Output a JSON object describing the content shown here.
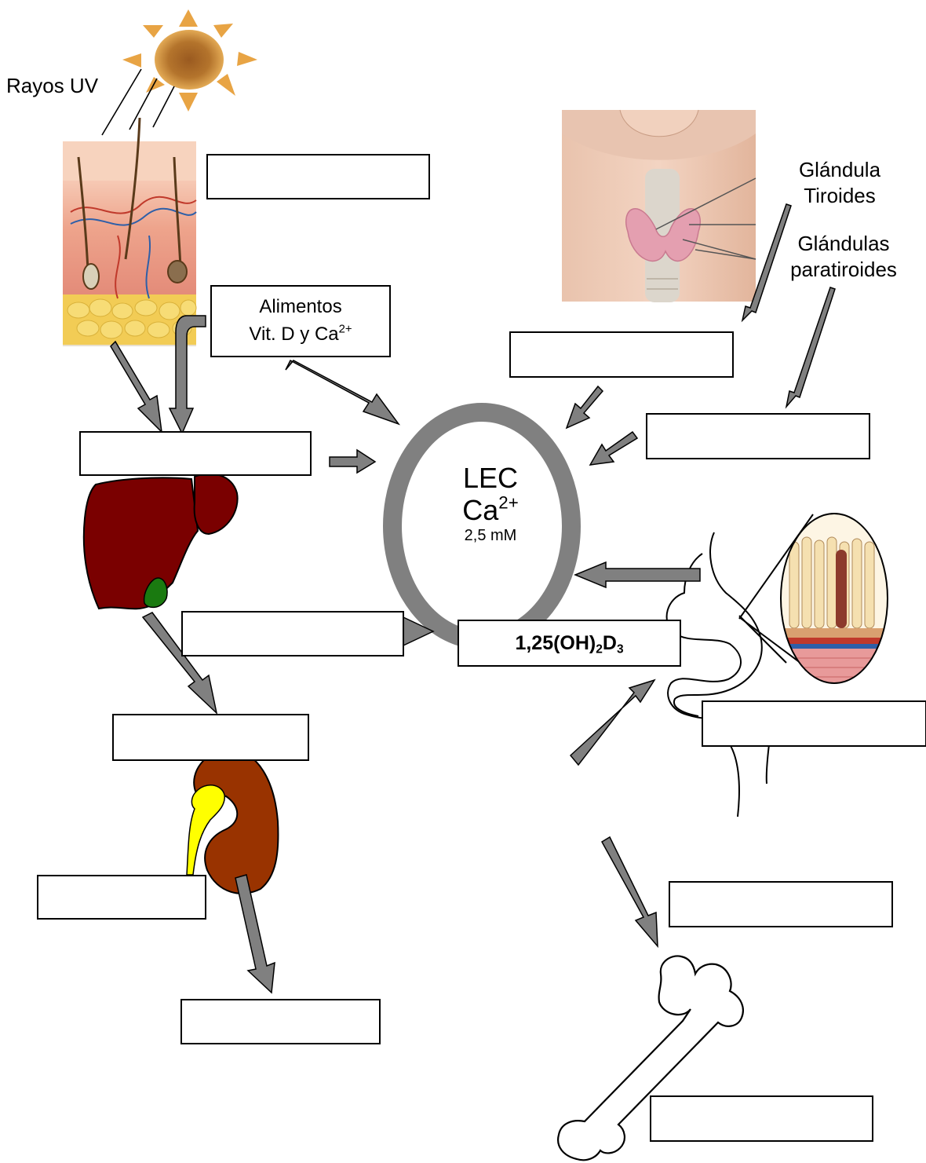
{
  "labels": {
    "uv": "Rayos UV",
    "thyroid_line1": "Glándula",
    "thyroid_line2": "Tiroides",
    "parathyroid_line1": "Glándulas",
    "parathyroid_line2": "paratiroides"
  },
  "food_box": {
    "line1": "Alimentos",
    "line2_prefix": "Vit. D y Ca",
    "line2_sup": "2+"
  },
  "center": {
    "title": "LEC",
    "ion": "Ca",
    "ion_sup": "2+",
    "concentration": "2,5 mM"
  },
  "hormone_box": {
    "prefix": "1,25(OH)",
    "sub1": "2",
    "mid": "D",
    "sub2": "3"
  },
  "colors": {
    "arrow_fill": "#808080",
    "ring": "#808080",
    "liver": "#7a0000",
    "gallbladder": "#1a7a10",
    "kidney": "#993300",
    "ureter": "#ffff00",
    "sun": "#e8a444"
  }
}
